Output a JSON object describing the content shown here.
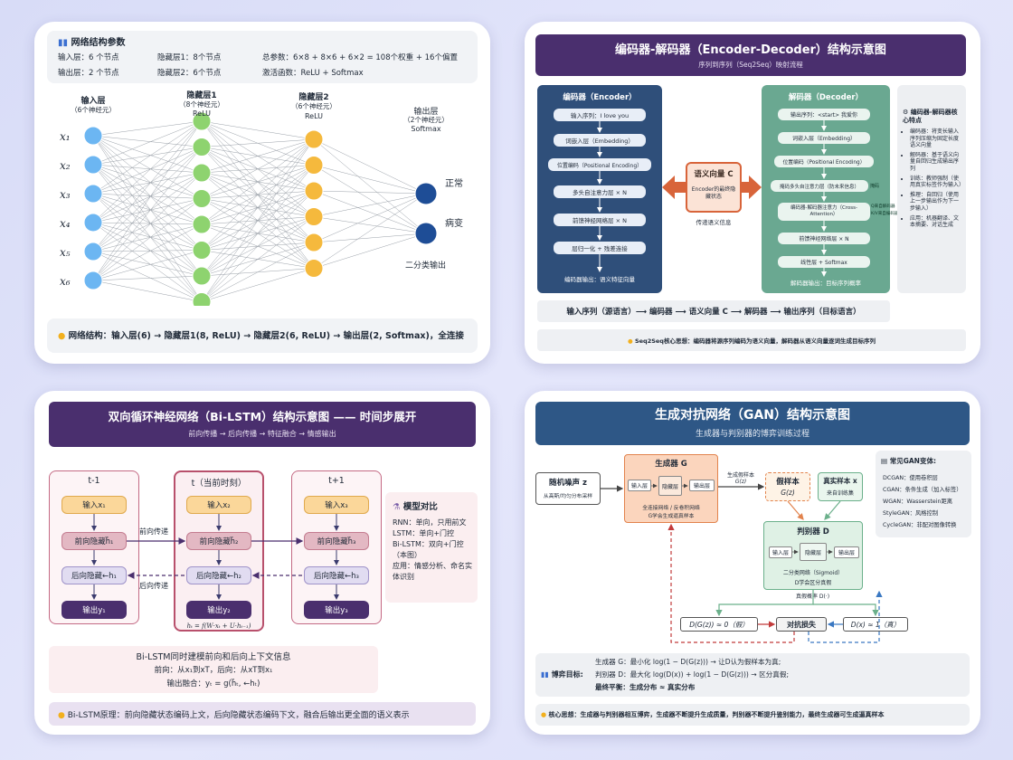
{
  "nn": {
    "params_title": "网络结构参数",
    "params": [
      "输入层：6 个节点",
      "隐藏层1：8个节点",
      "总参数：6×8 + 8×6 + 6×2 = 108个权重 + 16个偏置",
      "输出层：2 个节点",
      "隐藏层2：6个节点",
      "激活函数：ReLU + Softmax"
    ],
    "input_label": "输入层",
    "input_sub": "（6个神经元）",
    "h1_label": "隐藏层1",
    "h1_sub": "（8个神经元）",
    "h1_act": "ReLU",
    "h2_label": "隐藏层2",
    "h2_sub": "（6个神经元）",
    "h2_act": "ReLU",
    "out_label": "输出层",
    "out_sub": "（2个神经元）",
    "out_act": "Softmax",
    "x_labels": [
      "x₁",
      "x₂",
      "x₃",
      "x₄",
      "x₅",
      "x₆"
    ],
    "out_names": [
      "正常",
      "病变"
    ],
    "binary_label": "二分类输出",
    "summary": "网络结构：输入层(6) → 隐藏层1(8, ReLU) → 隐藏层2(6, ReLU) → 输出层(2, Softmax)，全连接",
    "colors": {
      "input": "#6cb6f2",
      "h1": "#8ed36f",
      "h2": "#f5b93d",
      "out": "#1e4d96"
    }
  },
  "ed": {
    "title": "编码器-解码器（Encoder-Decoder）结构示意图",
    "subtitle": "序列到序列（Seq2Seq）映射流程",
    "encoder_title": "编码器（Encoder）",
    "encoder_steps": [
      "输入序列：I love you",
      "词嵌入层（Embedding）",
      "位置编码（Positional Encoding）",
      "多头自注意力层 × N",
      "前馈神经网络层 × N",
      "层归一化 + 残差连接"
    ],
    "encoder_out": "编码器输出：语义特征向量",
    "context_title": "语义向量 C",
    "context_sub": "Encoder的最终隐藏状态",
    "context_note": "传递语义信息",
    "decoder_title": "解码器（Decoder）",
    "decoder_steps": [
      "输出序列：<start> 我爱你",
      "词嵌入层（Embedding）",
      "位置编码（Positional Encoding）",
      "掩码多头自注意力层（防未来信息）",
      "编码器-解码器注意力（Cross-Attention）",
      "前馈神经网络层 × N",
      "线性层 + Softmax"
    ],
    "decoder_side": [
      "Q来自解码器",
      "K/V来自编码器"
    ],
    "mask_note": "掩码",
    "decoder_out": "解码器输出：目标序列概率",
    "features_title": "编码器-解码器核心特点",
    "features": [
      "编码器：将变长输入序列压缩为固定长度语义向量",
      "解码器：基于语义向量自回归生成输出序列",
      "训练：教师强制（使用真实标签作为输入）",
      "推理：自回归（使用上一步输出作为下一步输入）",
      "应用：机器翻译、文本摘要、对话生成"
    ],
    "flow": "输入序列（源语言）⟶ 编码器 ⟶ 语义向量 C ⟶ 解码器 ⟶ 输出序列（目标语言）",
    "core": "Seq2Seq核心思想：编码器将源序列编码为语义向量，解码器从语义向量逐词生成目标序列"
  },
  "bi": {
    "title": "双向循环神经网络（Bi-LSTM）结构示意图 —— 时间步展开",
    "subtitle": "前向传播 → 后向传播 → 特征融合 → 情感输出",
    "steps": [
      {
        "label": "t-1",
        "input": "输入x₁",
        "fwd": "前向隐藏h⃗₁",
        "bwd": "后向隐藏←h₁",
        "out": "输出y₁"
      },
      {
        "label": "t（当前时刻）",
        "input": "输入x₂",
        "fwd": "前向隐藏h⃗₂",
        "bwd": "后向隐藏←h₂",
        "out": "输出y₂"
      },
      {
        "label": "t+1",
        "input": "输入x₃",
        "fwd": "前向隐藏h⃗₃",
        "bwd": "后向隐藏←h₃",
        "out": "输出y₃"
      }
    ],
    "fwd_label": "前向传递",
    "bwd_label": "后向传递",
    "formula": "hₜ = f(W·xₜ + U·hₜ₋₁)",
    "compare_title": "模型对比",
    "compare": [
      "RNN：单向，只用前文",
      "LSTM：单向+门控",
      "Bi-LSTM：双向+门控（本图）",
      "应用：情感分析、命名实体识别"
    ],
    "info": [
      "Bi-LSTM同时建模前向和后向上下文信息",
      "前向：从x₁到xT，后向：从xT到x₁",
      "输出融合：yₜ = g(h⃗ₜ, ←hₜ)"
    ],
    "principle": "Bi-LSTM原理：前向隐藏状态编码上文，后向隐藏状态编码下文，融合后输出更全面的语义表示"
  },
  "gan": {
    "title": "生成对抗网络（GAN）结构示意图",
    "subtitle": "生成器与判别器的博弈训练过程",
    "noise_title": "随机噪声 z",
    "noise_sub": "从高斯/均匀分布采样",
    "gen_title": "生成器 G",
    "gen_layers": [
      "输入层",
      "隐藏层",
      "输出层"
    ],
    "gen_sub1": "全连接网络 / 反卷积网络",
    "gen_sub2": "G学会生成逼真样本",
    "gen_arrow": "生成假样本",
    "gen_arrow2": "G(z)",
    "fake_title": "假样本",
    "fake_sub": "G(z)",
    "real_title": "真实样本 x",
    "real_sub": "来自训练集",
    "disc_title": "判别器 D",
    "disc_layers": [
      "输入层",
      "隐藏层",
      "输出层"
    ],
    "disc_sub1": "二分类网络（Sigmoid）",
    "disc_sub2": "D学会区分真假",
    "prob": "真假概率 D(·)",
    "loss_left": "D(G(z)) ≈ 0（假）",
    "loss_center": "对抗损失",
    "loss_right": "D(x) ≈ 1（真）",
    "variants_title": "常见GAN变体:",
    "variants": [
      "DCGAN：使用卷积层",
      "CGAN：条件生成（加入标签）",
      "WGAN：Wasserstein距离",
      "StyleGAN：风格控制",
      "CycleGAN：非配对图像转换"
    ],
    "game_label": "博弈目标:",
    "objective_g": "生成器 G：最小化 log(1 − D(G(z))) → 让D认为假样本为真;",
    "objective_d": "判别器 D：最大化 log(D(x)) + log(1 − D(G(z))) → 区分真假;",
    "objective_eq": "最终平衡：生成分布 ≈ 真实分布",
    "core": "核心思想：生成器与判别器相互博弈，生成器不断提升生成质量，判别器不断提升鉴别能力，最终生成器可生成逼真样本"
  }
}
